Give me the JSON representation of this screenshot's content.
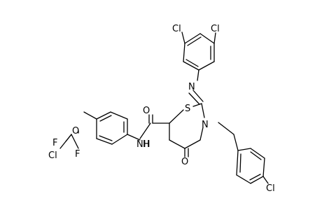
{
  "structure": {
    "atom_labels": {
      "cl_top_left": "Cl",
      "cl_top_right": "Cl",
      "n_imine": "N",
      "s_ring": "S",
      "o_amide": "O",
      "n_ring": "N",
      "n_amide": "NH",
      "h_amide": "H",
      "o_ether": "O",
      "o_ketone": "O",
      "f_upper": "F",
      "f_right": "F",
      "cl_left": "Cl",
      "cl_bottom": "Cl"
    }
  }
}
